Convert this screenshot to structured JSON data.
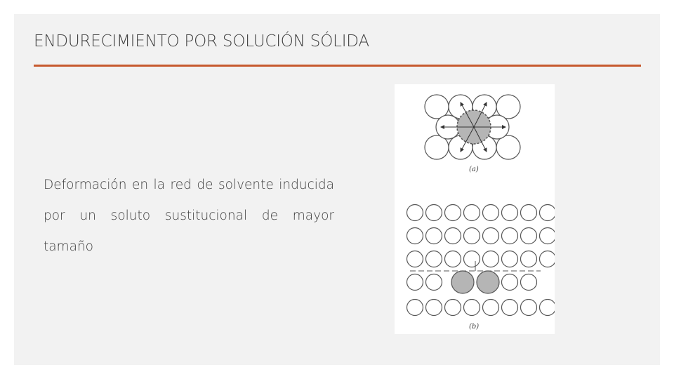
{
  "slide": {
    "title": "ENDURECIMIENTO POR SOLUCIÓN SÓLIDA",
    "body": "Deformación en la red de solvente inducida por un soluto sustitucional de mayor tamaño"
  },
  "figure": {
    "label_a": "(a)",
    "label_b": "(b)",
    "solvent_color": "#ffffff",
    "solute_color": "#b5b5b5",
    "accent_color": "#c75a2e"
  }
}
